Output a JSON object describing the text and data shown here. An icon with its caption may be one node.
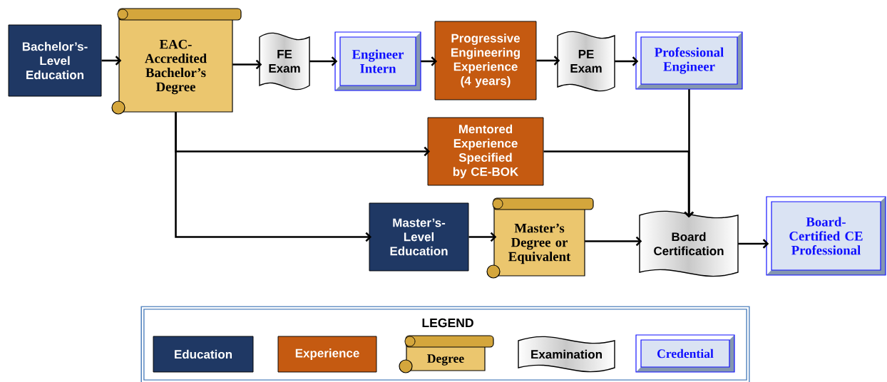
{
  "diagram": {
    "nodes": [
      {
        "text": [
          "Bachelor’s-Level Education"
        ]
      },
      {
        "text": [
          "EAC-Accredited Bachelor’s Degree"
        ]
      },
      {
        "text": [
          "FE Exam"
        ]
      },
      {
        "text": [
          "Engineer Intern"
        ]
      },
      {
        "text": [
          "Progressive Engineering Experience (4 years)"
        ]
      },
      {
        "text": [
          "PE Exam"
        ]
      },
      {
        "text": [
          "Professional Engineer"
        ]
      },
      {
        "text": [
          "Mentored Experience Specified by CE-BOK"
        ]
      },
      {
        "text": [
          "Master’s-Level Education"
        ]
      },
      {
        "text": [
          "Master’s Degree or Equivalent"
        ]
      },
      {
        "text": [
          "Board Certification"
        ]
      },
      {
        "text": [
          "Board-Certified CE Professional"
        ]
      }
    ],
    "edges": [
      {
        "from": 0,
        "to": 1,
        "arrow": "to"
      },
      {
        "from": 1,
        "to": 2,
        "arrow": "to"
      },
      {
        "from": 2,
        "to": 3,
        "arrow": "to"
      },
      {
        "from": 3,
        "to": 4,
        "arrow": "to"
      },
      {
        "from": 4,
        "to": 5,
        "arrow": "to"
      },
      {
        "from": 5,
        "to": 6,
        "arrow": "to"
      },
      {
        "from": 1,
        "to": 7,
        "arrow": "to"
      },
      {
        "from": 1,
        "to": 8,
        "arrow": "to"
      },
      {
        "from": 8,
        "to": 9,
        "arrow": "to"
      },
      {
        "from": 9,
        "to": 10,
        "arrow": "to"
      },
      {
        "from": 7,
        "to": 10,
        "arrow": "to"
      },
      {
        "from": 6,
        "to": 10,
        "arrow": "to"
      },
      {
        "from": 10,
        "to": 11,
        "arrow": "to"
      }
    ],
    "labels": [
      "LEGEND"
    ],
    "legend": [
      {
        "text": "Education",
        "color": "#1f3864"
      },
      {
        "text": "Experience",
        "color": "#c55a11"
      },
      {
        "text": "Degree"
      },
      {
        "text": "Examination"
      },
      {
        "text": "Credential"
      }
    ]
  }
}
